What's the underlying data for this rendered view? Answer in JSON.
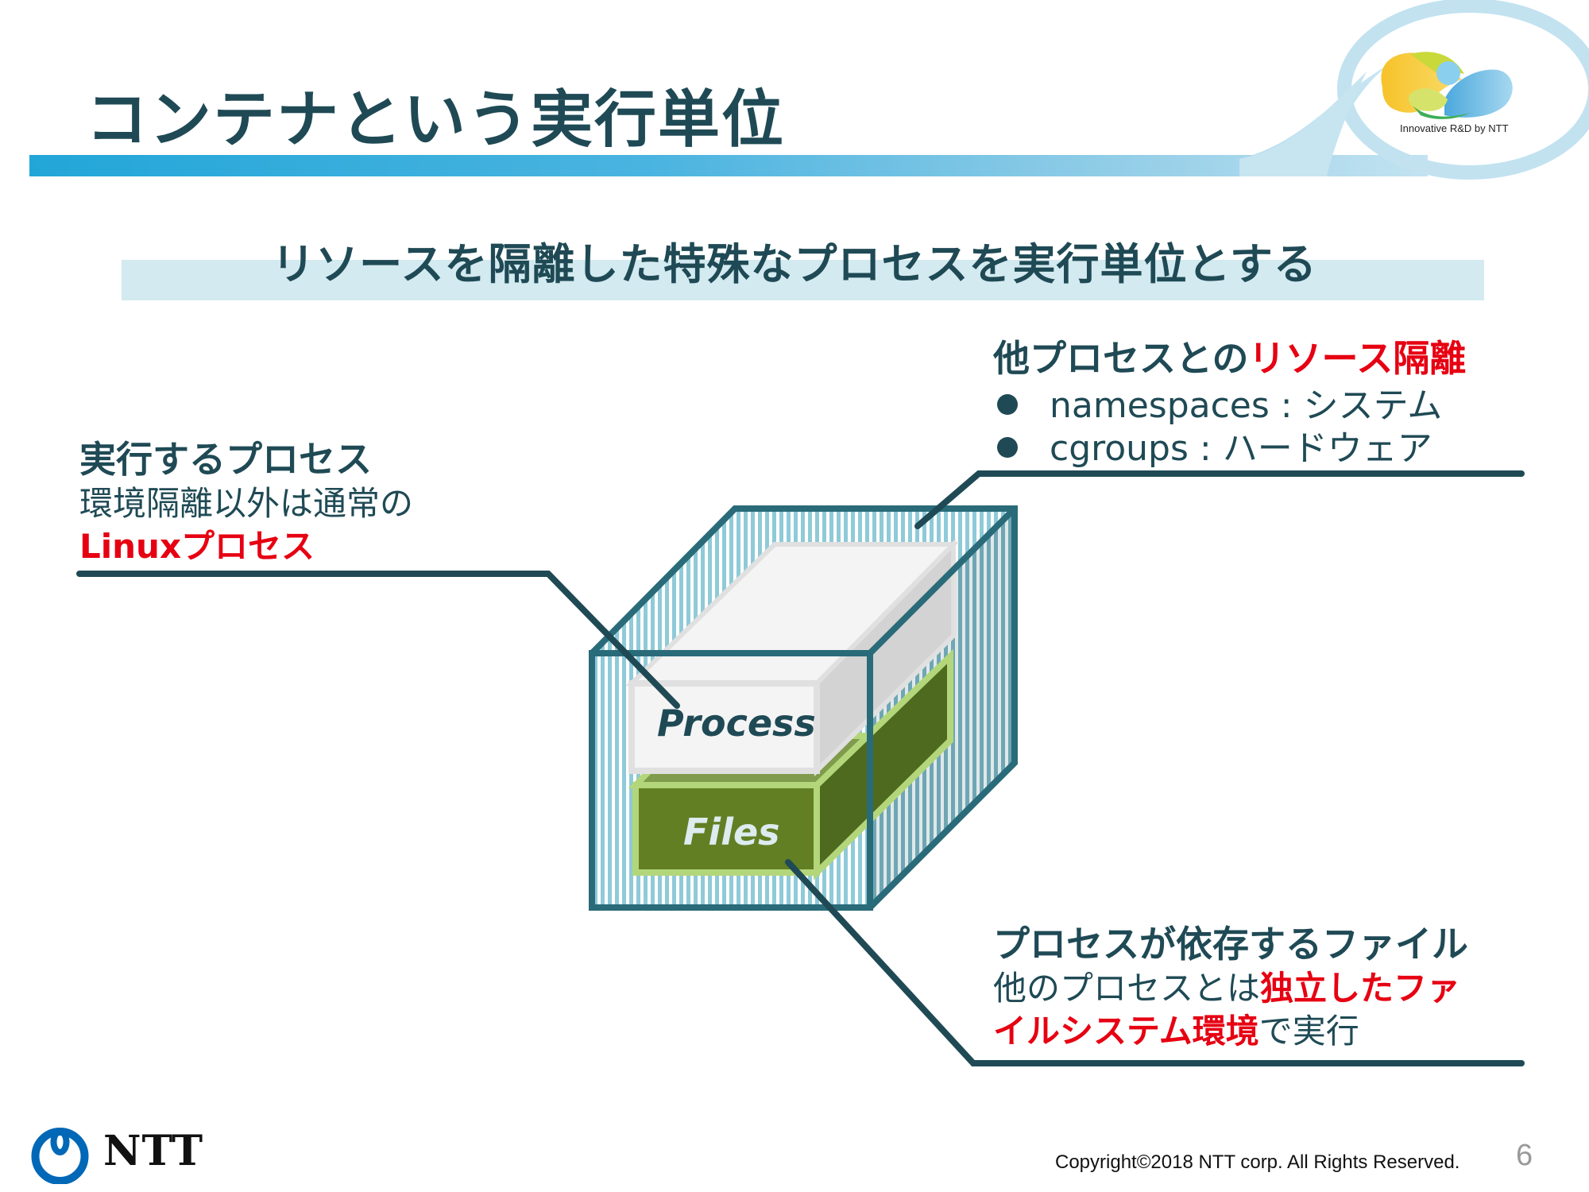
{
  "slide": {
    "title": "コンテナという実行単位",
    "subtitle": "リソースを隔離した特殊なプロセスを実行単位とする",
    "page_number": "6",
    "copyright": "Copyright©2018  NTT corp. All Rights Reserved."
  },
  "branding": {
    "tagline": "Innovative R&D by NTT",
    "company": "NTT"
  },
  "isolation_label": {
    "title_plain": "他プロセスとの",
    "title_red": "リソース隔離",
    "bullets": [
      {
        "term": "namespaces",
        "sep": " : ",
        "desc": "システム"
      },
      {
        "term": "cgroups",
        "sep": " : ",
        "desc": "ハードウェア"
      }
    ]
  },
  "process_label": {
    "title": "実行するプロセス",
    "line1": "環境隔離以外は通常の",
    "line2_red": "Linuxプロセス"
  },
  "files_label": {
    "title": "プロセスが依存するファイル",
    "line1_plain": "他のプロセスとは",
    "line1_red": "独立したファ",
    "line2_red": "イルシステム環境",
    "line2_plain": "で実行"
  },
  "cube": {
    "process_text": "Process",
    "files_text": "Files"
  },
  "colors": {
    "dark_teal": "#1f4a55",
    "red": "#e60012",
    "cube_edge": "#2a6b7a",
    "stripe": "#8fcad8",
    "files_green": "#5f7f22",
    "files_border": "#b4d67a"
  }
}
